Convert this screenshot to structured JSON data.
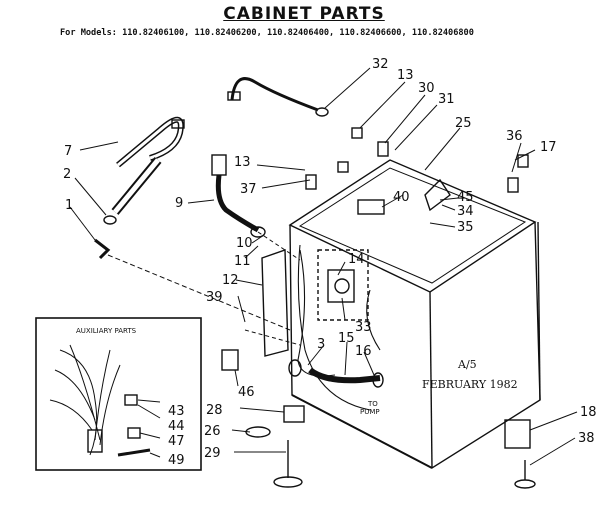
{
  "header": {
    "title": "CABINET PARTS",
    "models": "For Models: 110.82406100, 110.82406200, 110.82406400, 110.82406600, 110.82406800"
  },
  "callouts": [
    "32",
    "13",
    "30",
    "31",
    "7",
    "25",
    "36",
    "17",
    "2",
    "13",
    "37",
    "40",
    "45",
    "34",
    "1",
    "9",
    "35",
    "10",
    "11",
    "14",
    "12",
    "39",
    "33",
    "3",
    "15",
    "16",
    "46",
    "43",
    "44",
    "47",
    "49",
    "28",
    "26",
    "29",
    "18",
    "38"
  ],
  "inset": {
    "title": "AUXILIARY PARTS"
  },
  "pump_label": [
    "TO",
    "PUMP"
  ],
  "stamp": {
    "line1": "A/5",
    "line2": "FEBRUARY 1982"
  },
  "colors": {
    "ink": "#111111",
    "paper": "#ffffff"
  }
}
